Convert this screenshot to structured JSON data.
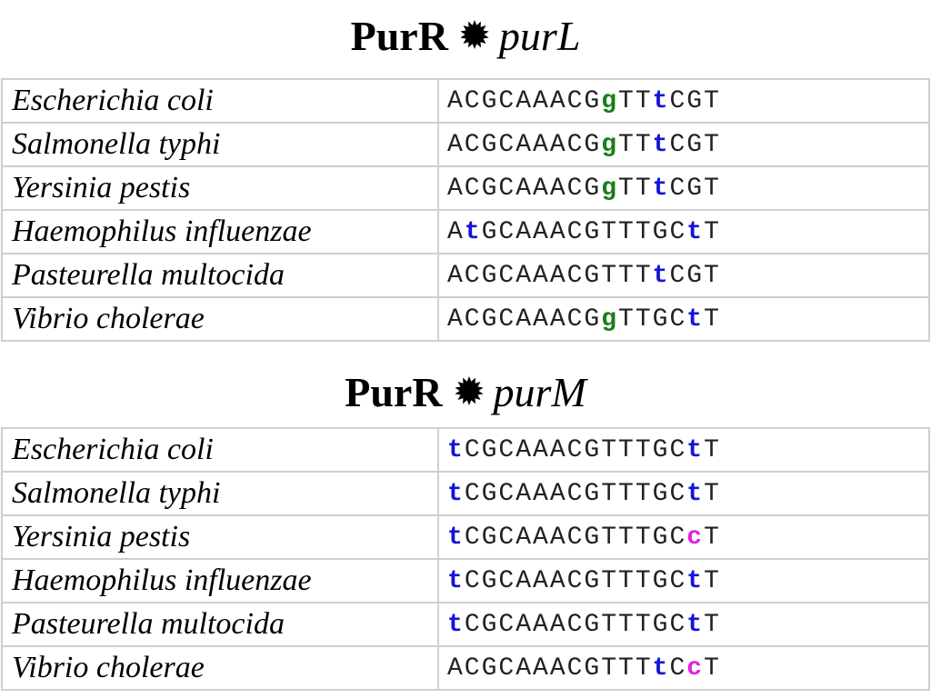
{
  "colors": {
    "green": "#1a7d1a",
    "blue": "#1414d9",
    "magenta": "#e020e0",
    "normal": "#222222"
  },
  "sections": [
    {
      "protein": "PurR",
      "gene": "purL",
      "rows": [
        {
          "species": "Escherichia coli",
          "segments": [
            {
              "text": "ACGCAAACG",
              "style": "normal"
            },
            {
              "text": "g",
              "style": "green"
            },
            {
              "text": "TT",
              "style": "normal"
            },
            {
              "text": "t",
              "style": "blue"
            },
            {
              "text": "CGT",
              "style": "normal"
            }
          ]
        },
        {
          "species": "Salmonella typhi",
          "segments": [
            {
              "text": "ACGCAAACG",
              "style": "normal"
            },
            {
              "text": "g",
              "style": "green"
            },
            {
              "text": "TT",
              "style": "normal"
            },
            {
              "text": "t",
              "style": "blue"
            },
            {
              "text": "CGT",
              "style": "normal"
            }
          ]
        },
        {
          "species": "Yersinia pestis",
          "segments": [
            {
              "text": "ACGCAAACG",
              "style": "normal"
            },
            {
              "text": "g",
              "style": "green"
            },
            {
              "text": "TT",
              "style": "normal"
            },
            {
              "text": "t",
              "style": "blue"
            },
            {
              "text": "CGT",
              "style": "normal"
            }
          ]
        },
        {
          "species": "Haemophilus influenzae",
          "segments": [
            {
              "text": "A",
              "style": "normal"
            },
            {
              "text": "t",
              "style": "blue"
            },
            {
              "text": "GCAAACGTTTGC",
              "style": "normal"
            },
            {
              "text": "t",
              "style": "blue"
            },
            {
              "text": "T",
              "style": "normal"
            }
          ]
        },
        {
          "species": "Pasteurella multocida",
          "segments": [
            {
              "text": "ACGCAAACGTTT",
              "style": "normal"
            },
            {
              "text": "t",
              "style": "blue"
            },
            {
              "text": "CGT",
              "style": "normal"
            }
          ]
        },
        {
          "species": "Vibrio cholerae",
          "segments": [
            {
              "text": "ACGCAAACG",
              "style": "normal"
            },
            {
              "text": "g",
              "style": "green"
            },
            {
              "text": "TTGC",
              "style": "normal"
            },
            {
              "text": "t",
              "style": "blue"
            },
            {
              "text": "T",
              "style": "normal"
            }
          ]
        }
      ]
    },
    {
      "protein": "PurR",
      "gene": "purM",
      "rows": [
        {
          "species": "Escherichia coli",
          "segments": [
            {
              "text": "t",
              "style": "blue"
            },
            {
              "text": "CGCAAACGTTTGC",
              "style": "normal"
            },
            {
              "text": "t",
              "style": "blue"
            },
            {
              "text": "T",
              "style": "normal"
            }
          ]
        },
        {
          "species": "Salmonella typhi",
          "segments": [
            {
              "text": "t",
              "style": "blue"
            },
            {
              "text": "CGCAAACGTTTGC",
              "style": "normal"
            },
            {
              "text": "t",
              "style": "blue"
            },
            {
              "text": "T",
              "style": "normal"
            }
          ]
        },
        {
          "species": "Yersinia pestis",
          "segments": [
            {
              "text": "t",
              "style": "blue"
            },
            {
              "text": "CGCAAACGTTTGC",
              "style": "normal"
            },
            {
              "text": "c",
              "style": "magenta"
            },
            {
              "text": "T",
              "style": "normal"
            }
          ]
        },
        {
          "species": "Haemophilus influenzae",
          "segments": [
            {
              "text": "t",
              "style": "blue"
            },
            {
              "text": "CGCAAACGTTTGC",
              "style": "normal"
            },
            {
              "text": "t",
              "style": "blue"
            },
            {
              "text": "T",
              "style": "normal"
            }
          ]
        },
        {
          "species": "Pasteurella multocida",
          "segments": [
            {
              "text": "t",
              "style": "blue"
            },
            {
              "text": "CGCAAACGTTTGC",
              "style": "normal"
            },
            {
              "text": "t",
              "style": "blue"
            },
            {
              "text": "T",
              "style": "normal"
            }
          ]
        },
        {
          "species": "Vibrio cholerae",
          "segments": [
            {
              "text": "ACGCAAACGTTT",
              "style": "normal"
            },
            {
              "text": "t",
              "style": "blue"
            },
            {
              "text": "C",
              "style": "normal"
            },
            {
              "text": "c",
              "style": "magenta"
            },
            {
              "text": "T",
              "style": "normal"
            }
          ]
        }
      ]
    }
  ]
}
